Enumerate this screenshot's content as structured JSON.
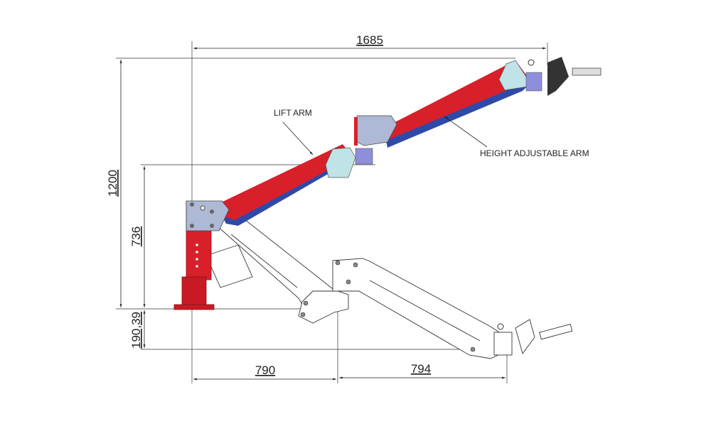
{
  "labels": {
    "lift_arm": "LIFT ARM",
    "height_adjustable_arm": "HEIGHT ADJUSTABLE ARM"
  },
  "dimensions": {
    "total_reach": "1685",
    "max_height": "1200",
    "pivot_height": "736",
    "below_floor": "190,39",
    "lower_arm_1": "790",
    "lower_arm_2": "794"
  },
  "colors": {
    "arm_red": "#d8202a",
    "arm_blue": "#2f49a8",
    "plate_blue": "#aeb9d6",
    "plate_cyan": "#bfe3e6"
  }
}
